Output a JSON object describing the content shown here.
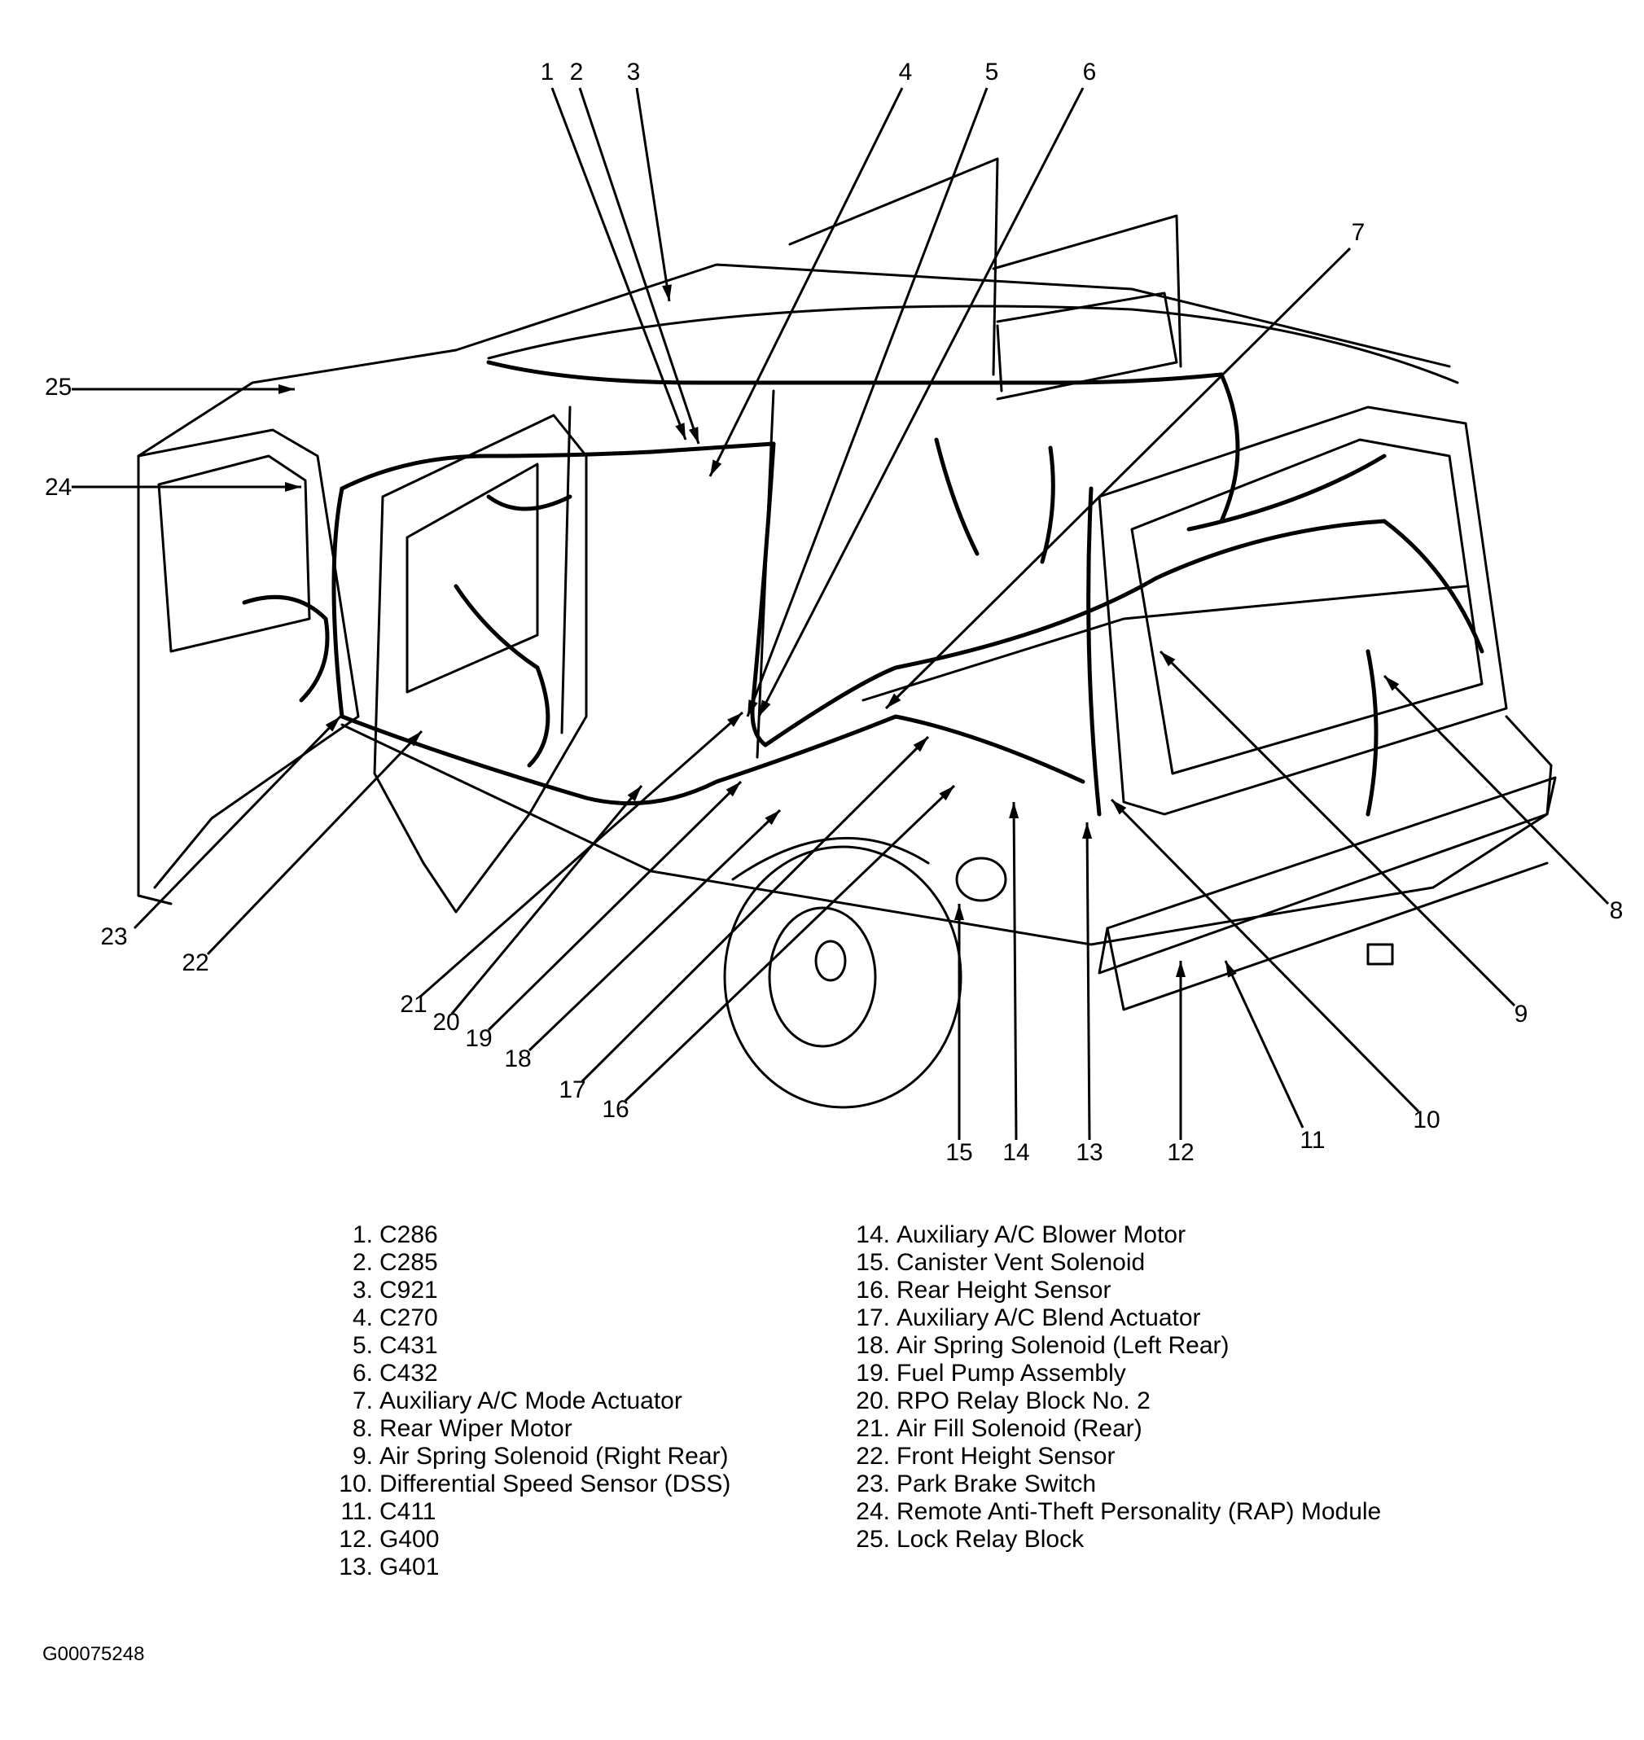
{
  "callouts": [
    {
      "n": "1",
      "label": "C286"
    },
    {
      "n": "2",
      "label": "C285"
    },
    {
      "n": "3",
      "label": "C921"
    },
    {
      "n": "4",
      "label": "C270"
    },
    {
      "n": "5",
      "label": "C431"
    },
    {
      "n": "6",
      "label": "C432"
    },
    {
      "n": "7",
      "label": "Auxiliary A/C Mode Actuator"
    },
    {
      "n": "8",
      "label": "Rear Wiper Motor"
    },
    {
      "n": "9",
      "label": "Air Spring Solenoid (Right Rear)"
    },
    {
      "n": "10",
      "label": "Differential Speed Sensor (DSS)"
    },
    {
      "n": "11",
      "label": "C411"
    },
    {
      "n": "12",
      "label": "G400"
    },
    {
      "n": "13",
      "label": "G401"
    },
    {
      "n": "14",
      "label": "Auxiliary A/C Blower Motor"
    },
    {
      "n": "15",
      "label": "Canister Vent Solenoid"
    },
    {
      "n": "16",
      "label": "Rear Height Sensor"
    },
    {
      "n": "17",
      "label": "Auxiliary A/C Blend Actuator"
    },
    {
      "n": "18",
      "label": "Air Spring Solenoid (Left Rear)"
    },
    {
      "n": "19",
      "label": "Fuel Pump Assembly"
    },
    {
      "n": "20",
      "label": "RPO Relay Block No. 2"
    },
    {
      "n": "21",
      "label": "Air Fill Solenoid (Rear)"
    },
    {
      "n": "22",
      "label": "Front Height Sensor"
    },
    {
      "n": "23",
      "label": "Park Brake Switch"
    },
    {
      "n": "24",
      "label": "Remote Anti-Theft Personality (RAP) Module"
    },
    {
      "n": "25",
      "label": "Lock Relay Block"
    }
  ],
  "figure_id": "G00075248"
}
